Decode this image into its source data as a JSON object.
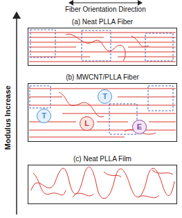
{
  "diagram": {
    "nodes": [
      {
        "text": [
          "(a) Neat PLLA Fiber"
        ]
      },
      {
        "text": [
          "(b) MWCNT/PLLA Fiber"
        ]
      },
      {
        "text": [
          "T"
        ],
        "in": 1
      },
      {
        "text": [
          "T"
        ],
        "in": 1
      },
      {
        "text": [
          "L"
        ],
        "in": 1
      },
      {
        "text": [
          "E"
        ],
        "in": 1
      },
      {
        "text": [
          "(c) Neat PLLA Film"
        ]
      }
    ],
    "labels": [
      "Fiber Orientation Direction",
      "Modulus Increase"
    ]
  }
}
